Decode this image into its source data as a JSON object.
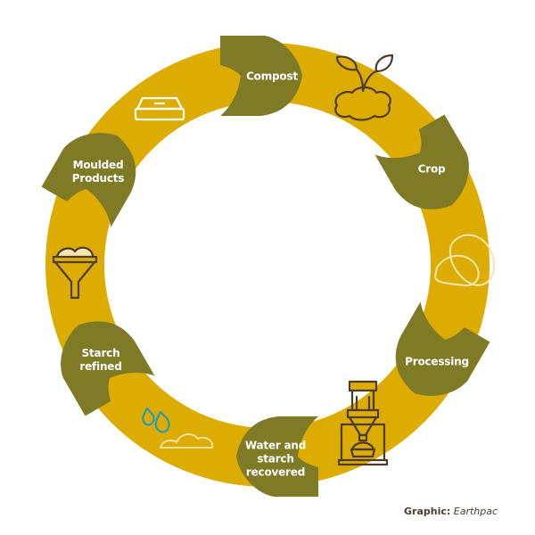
{
  "colors": {
    "ring": "#dcad00",
    "leaf": "#7e7a26",
    "icon": "#4d3b2c",
    "water": "#2a9bb0"
  },
  "stages": [
    {
      "label": "Compost",
      "icon": "seedling-soil-icon"
    },
    {
      "label": "Crop",
      "icon": "potato-icon"
    },
    {
      "label": "Processing",
      "icon": "processing-machine-icon"
    },
    {
      "label": "Water and starch recovered",
      "label_lines": [
        "Water and",
        "starch",
        "recovered"
      ],
      "icon": "water-drops-starch-icon"
    },
    {
      "label": "Starch refined",
      "label_lines": [
        "Starch",
        "refined"
      ],
      "icon": "funnel-icon"
    },
    {
      "label": "Moulded Products",
      "label_lines": [
        "Moulded",
        "Products"
      ],
      "icon": "food-container-icon"
    }
  ],
  "credit": {
    "prefix": "Graphic:",
    "source": "Earthpac"
  }
}
